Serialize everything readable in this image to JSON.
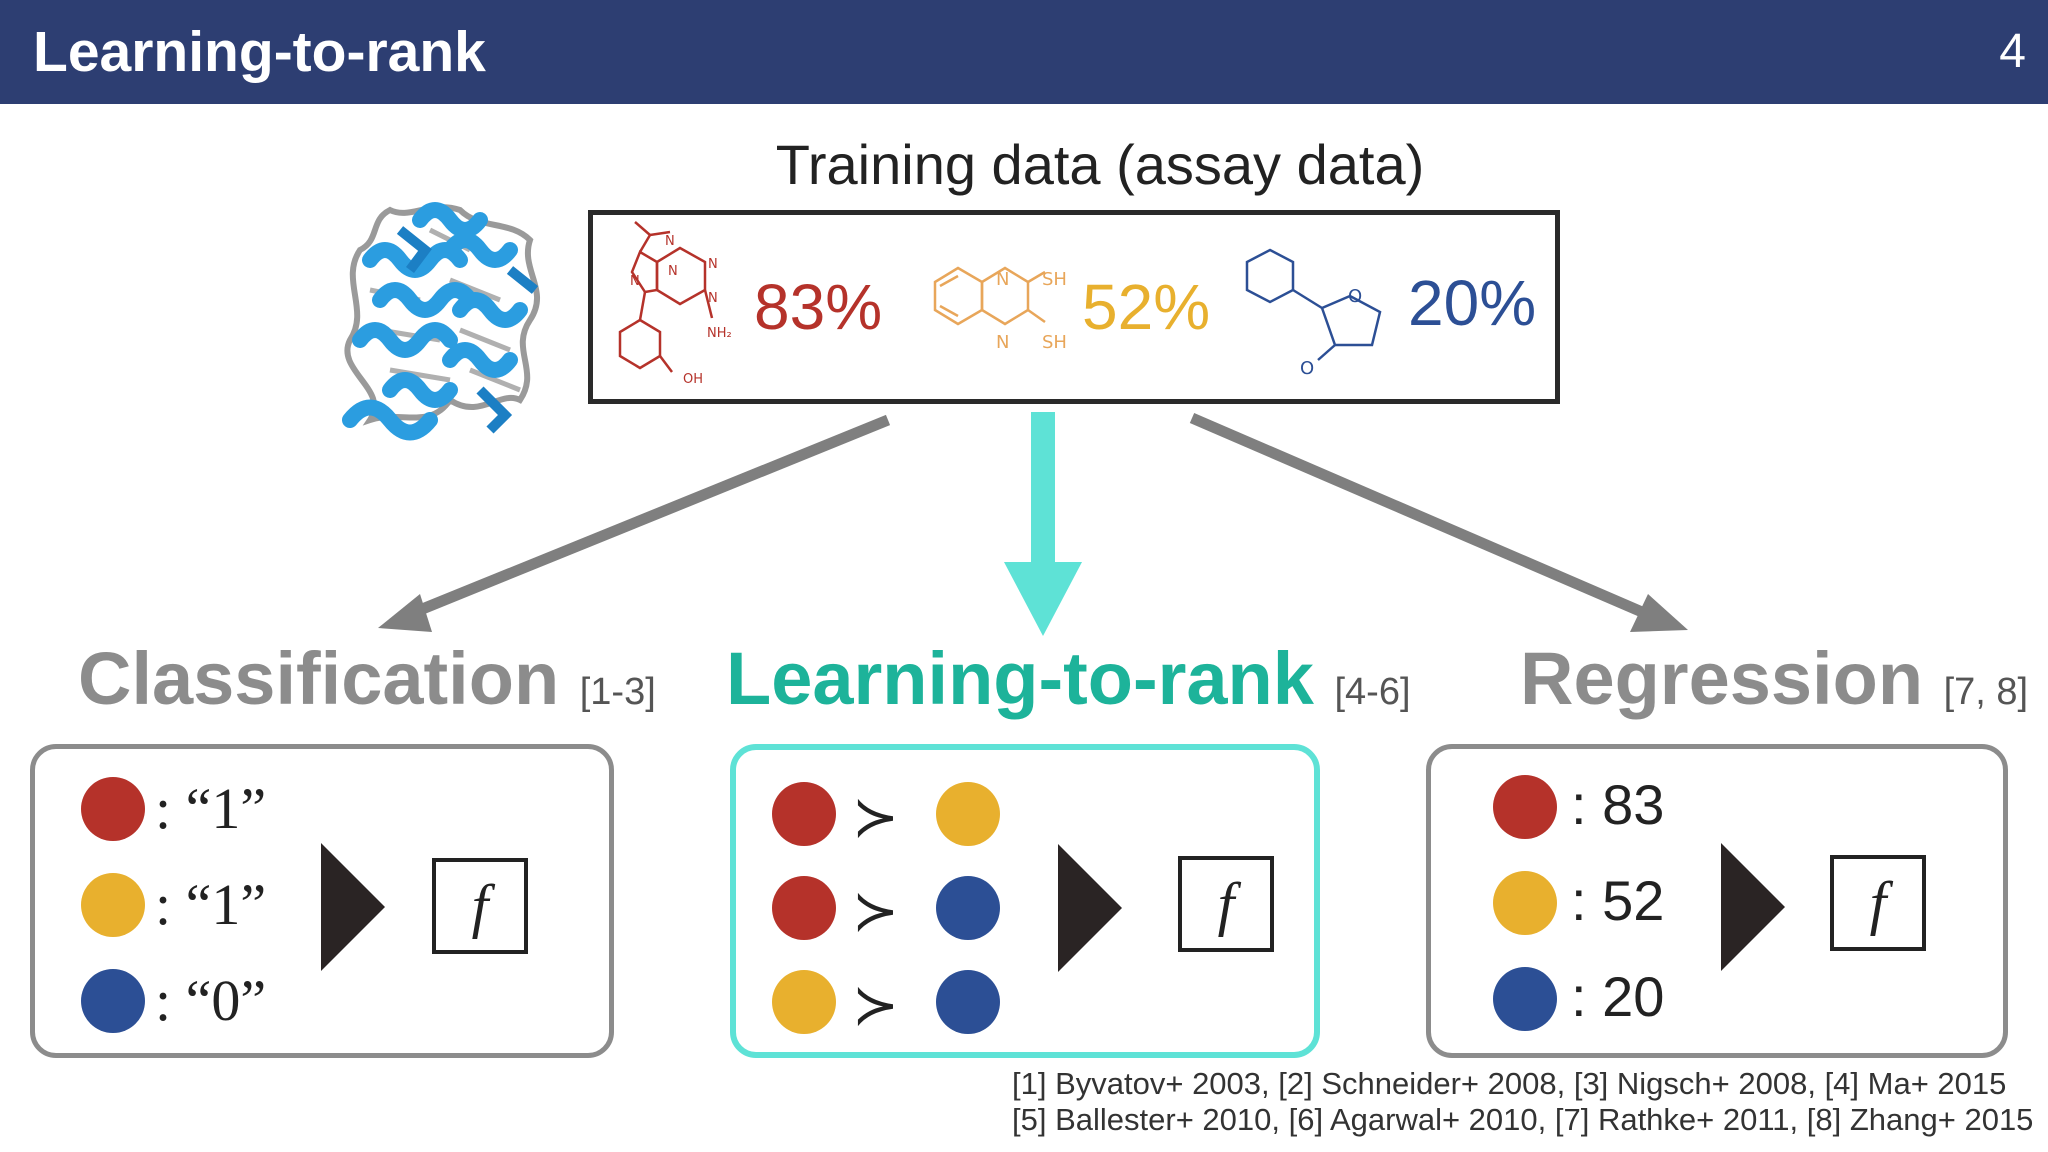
{
  "header": {
    "title": "Learning-to-rank",
    "page_number": "4"
  },
  "training": {
    "title": "Training data (assay data)",
    "compounds": [
      {
        "percent": "83%",
        "color": "#b5322a"
      },
      {
        "percent": "52%",
        "color": "#e8b02e"
      },
      {
        "percent": "20%",
        "color": "#2c4f95"
      }
    ],
    "structure_labels": {
      "nh2": "NH₂",
      "oh": "OH",
      "n": "N",
      "sh": "SH",
      "o": "O"
    }
  },
  "methods": [
    {
      "name": "Classification",
      "citation": "[1-3]",
      "color": "#8c8c8c",
      "items": [
        {
          "dot_color": "#b5322a",
          "label": ": “1”"
        },
        {
          "dot_color": "#e8b02e",
          "label": ": “1”"
        },
        {
          "dot_color": "#2c4f95",
          "label": ": “0”"
        }
      ],
      "function_label": "f"
    },
    {
      "name": "Learning-to-rank",
      "citation": "[4-6]",
      "color": "#1db39a",
      "pairs": [
        {
          "left": "#b5322a",
          "symbol": "≻",
          "right": "#e8b02e"
        },
        {
          "left": "#b5322a",
          "symbol": "≻",
          "right": "#2c4f95"
        },
        {
          "left": "#e8b02e",
          "symbol": "≻",
          "right": "#2c4f95"
        }
      ],
      "function_label": "f"
    },
    {
      "name": "Regression",
      "citation": "[7, 8]",
      "color": "#8c8c8c",
      "items": [
        {
          "dot_color": "#b5322a",
          "label": ": 83"
        },
        {
          "dot_color": "#e8b02e",
          "label": ": 52"
        },
        {
          "dot_color": "#2c4f95",
          "label": ": 20"
        }
      ],
      "function_label": "f"
    }
  ],
  "references": [
    "[1] Byvatov+ 2003, [2] Schneider+ 2008, [3] Nigsch+ 2008, [4] Ma+ 2015",
    "[5] Ballester+ 2010, [6] Agarwal+ 2010, [7] Rathke+ 2011, [8] Zhang+ 2015"
  ],
  "colors": {
    "header_bg": "#2d3e72",
    "arrow_gray": "#7f7f7f",
    "arrow_teal": "#5ee2d6",
    "panel_gray": "#8c8c8c",
    "panel_teal": "#5ee2d6"
  },
  "icons": [
    "protein-structure-icon",
    "molecule-icon",
    "play-arrow-icon"
  ]
}
